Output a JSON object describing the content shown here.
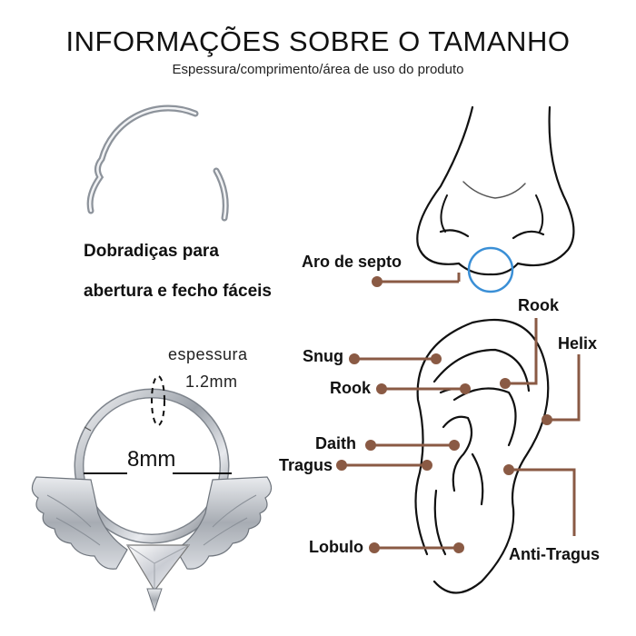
{
  "header": {
    "title": "INFORMAÇÕES SOBRE O TAMANHO",
    "subtitle": "Espessura/comprimento/área de uso do produto"
  },
  "hinge_note": {
    "line1": "Dobradiças para",
    "line2": "abertura e fecho fáceis"
  },
  "dimensions": {
    "thickness_label": "espessura",
    "thickness_value": "1.2mm",
    "diameter": "8mm"
  },
  "nose_labels": {
    "septum": "Aro de septo"
  },
  "ear_labels": {
    "rook_top": "Rook",
    "helix": "Helix",
    "snug": "Snug",
    "rook_left": "Rook",
    "daith": "Daith",
    "tragus": "Tragus",
    "lobulo": "Lobulo",
    "anti_tragus": "Anti-Tragus"
  },
  "colors": {
    "pointer": "#8a5a44",
    "septum_ring": "#3a8fd6",
    "metal": "#b8bcc2"
  }
}
